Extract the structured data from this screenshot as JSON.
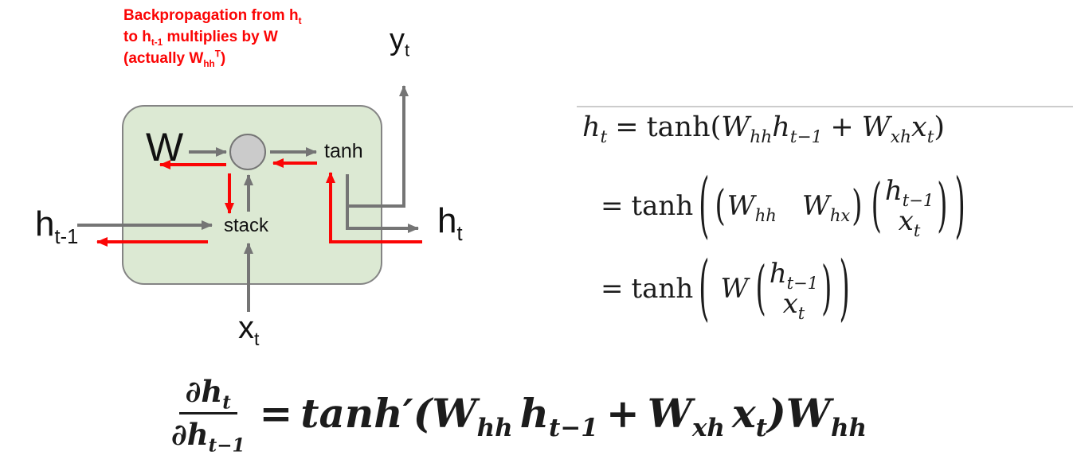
{
  "colors": {
    "red": "#fb0505",
    "gray": "#757575",
    "ink": "#111111",
    "eq_ink": "#1c1c1c",
    "cell_fill": "#dce9d3",
    "cell_border": "#848484",
    "circle_fill": "#cbcbcb",
    "divider": "#cccccc"
  },
  "annotation": {
    "l1a": "Backpropagation from h",
    "l1sub": "t",
    "l2a": "to h",
    "l2sub": "t-1",
    "l2b": " multiplies by W",
    "l3a": "(actually W",
    "l3sub": "hh",
    "l3sup": "T",
    "l3b": ")"
  },
  "diagram": {
    "w": "W",
    "tanh": "tanh",
    "stack": "stack",
    "y": {
      "base": "y",
      "sub": "t"
    },
    "h_prev": {
      "base": "h",
      "sub": "t-1"
    },
    "h_out": {
      "base": "h",
      "sub": "t"
    },
    "x_in": {
      "base": "x",
      "sub": "t"
    }
  },
  "eq": {
    "l1": {
      "h": "h",
      "h_sub": "t",
      "eq": "=",
      "fn": "tanh",
      "open": "(",
      "W1": "W",
      "W1s": "hh",
      "h1": "h",
      "h1s": "t−1",
      "plus": "+",
      "W2": "W",
      "W2s": "xh",
      "x1": "x",
      "x1s": "t",
      "close": ")"
    },
    "l2": {
      "eq": "=",
      "fn": "tanh",
      "o_open": "(",
      "o_close": ")",
      "r_open": "(",
      "r_close": ")",
      "m1": "W",
      "m1s": "hh",
      "m2": "W",
      "m2s": "hx",
      "v_open": "(",
      "v_close": ")",
      "vt": "h",
      "vts": "t−1",
      "vb": "x",
      "vbs": "t"
    },
    "l3": {
      "eq": "=",
      "fn": "tanh",
      "o_open": "(",
      "o_close": ")",
      "W": "W",
      "v_open": "(",
      "v_close": ")",
      "vt": "h",
      "vts": "t−1",
      "vb": "x",
      "vbs": "t"
    },
    "g": {
      "dn": "∂",
      "nb": "h",
      "ns": "t",
      "dd": "∂",
      "db": "h",
      "ds": "t−1",
      "eq": "=",
      "fn": "tanh",
      "prime": "′",
      "open": "(",
      "W1": "W",
      "W1s": "hh",
      "h1": "h",
      "h1s": "t−1",
      "plus": "+",
      "W2": "W",
      "W2s": "xh",
      "x1": "x",
      "x1s": "t",
      "close": ")",
      "W3": "W",
      "W3s": "hh"
    }
  }
}
